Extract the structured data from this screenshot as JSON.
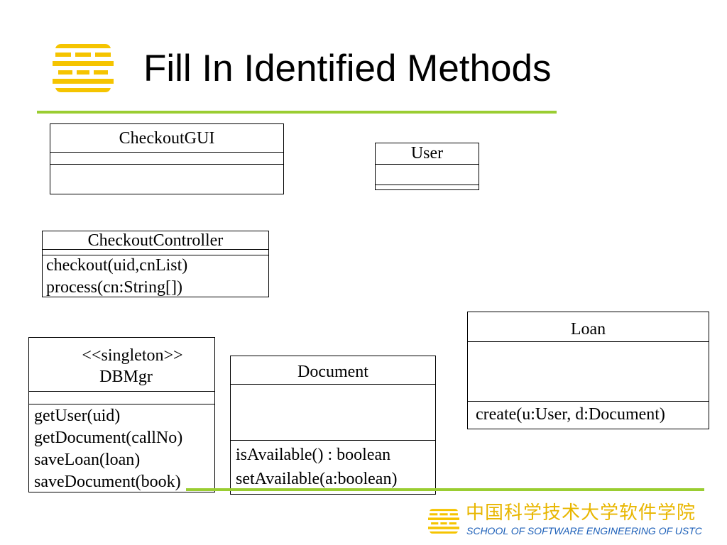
{
  "slide": {
    "title": "Fill In Identified Methods"
  },
  "colors": {
    "logo_yellow": "#f5c400",
    "rule_green": "#9acd32",
    "footer_cn": "#e8b600",
    "footer_en": "#1c5fb8"
  },
  "classes": {
    "checkout_gui": {
      "name": "CheckoutGUI",
      "operations": []
    },
    "user": {
      "name": "User",
      "operations": []
    },
    "checkout_controller": {
      "name": "CheckoutController",
      "operations": [
        "checkout(uid,cnList)",
        "process(cn:String[])"
      ]
    },
    "db_mgr": {
      "stereotype": "<<singleton>>",
      "name": "DBMgr",
      "operations": [
        "getUser(uid)",
        "getDocument(callNo)",
        "saveLoan(loan)",
        "saveDocument(book)"
      ]
    },
    "document": {
      "name": "Document",
      "operations": [
        "isAvailable() : boolean",
        "setAvailable(a:boolean)"
      ]
    },
    "loan": {
      "name": "Loan",
      "operations": [
        "create(u:User, d:Document)"
      ]
    }
  },
  "footer": {
    "school_cn": "中国科学技术大学软件学院",
    "school_en": "SCHOOL OF SOFTWARE ENGINEERING OF USTC"
  },
  "icons": {
    "logo": "ustc-logo-icon"
  }
}
